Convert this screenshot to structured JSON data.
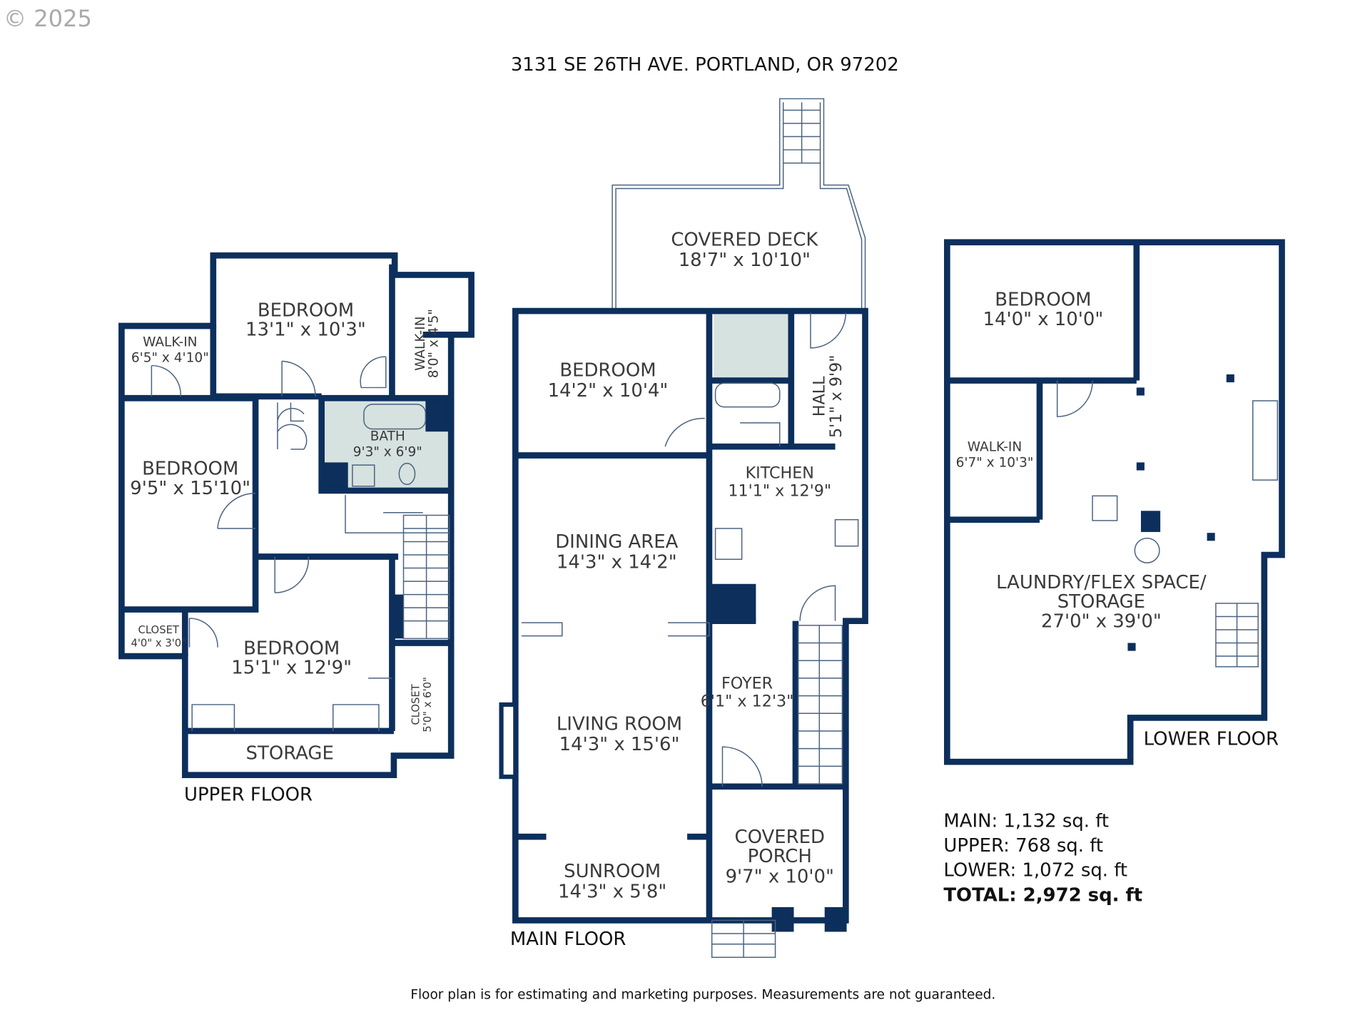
{
  "copyright": "© 2025",
  "title": "3131 SE 26TH AVE. PORTLAND, OR 97202",
  "disclaimer": "Floor plan is for estimating and marketing purposes. Measurements are not guaranteed.",
  "colors": {
    "wall": "#0d2f5c",
    "bath": "#d6e2df"
  },
  "upper": {
    "label": "UPPER FLOOR",
    "rooms": [
      {
        "name": "BEDROOM",
        "size": "13'1\" x 10'3\""
      },
      {
        "name": "WALK-IN",
        "size": "6'5\" x 4'10\""
      },
      {
        "name": "WALK-IN",
        "size": "8'0\" x 4'5\""
      },
      {
        "name": "BEDROOM",
        "size": "9'5\" x 15'10\""
      },
      {
        "name": "BATH",
        "size": "9'3\" x 6'9\""
      },
      {
        "name": "CLOSET",
        "size": "4'0\" x 3'0\""
      },
      {
        "name": "BEDROOM",
        "size": "15'1\" x 12'9\""
      },
      {
        "name": "CLOSET",
        "size": "5'0\" x 6'0\""
      },
      {
        "name": "STORAGE"
      }
    ]
  },
  "main": {
    "label": "MAIN FLOOR",
    "rooms": [
      {
        "name": "COVERED DECK",
        "size": "18'7\" x 10'10\""
      },
      {
        "name": "BEDROOM",
        "size": "14'2\" x 10'4\""
      },
      {
        "name": "HALL",
        "size": "5'1\" x 9'9\""
      },
      {
        "name": "KITCHEN",
        "size": "11'1\" x 12'9\""
      },
      {
        "name": "DINING AREA",
        "size": "14'3\" x 14'2\""
      },
      {
        "name": "FOYER",
        "size": "6'1\" x 12'3\""
      },
      {
        "name": "LIVING ROOM",
        "size": "14'3\" x 15'6\""
      },
      {
        "name": "COVERED",
        "name2": "PORCH",
        "size": "9'7\" x 10'0\""
      },
      {
        "name": "SUNROOM",
        "size": "14'3\" x 5'8\""
      }
    ]
  },
  "lower": {
    "label": "LOWER FLOOR",
    "rooms": [
      {
        "name": "BEDROOM",
        "size": "14'0\" x 10'0\""
      },
      {
        "name": "WALK-IN",
        "size": "6'7\" x 10'3\""
      },
      {
        "name": "LAUNDRY/FLEX SPACE/",
        "name2": "STORAGE",
        "size": "27'0\" x 39'0\""
      }
    ]
  },
  "areas": [
    {
      "label": "MAIN: 1,132 sq. ft"
    },
    {
      "label": "UPPER: 768 sq. ft"
    },
    {
      "label": "LOWER: 1,072 sq. ft"
    },
    {
      "label": "TOTAL: 2,972 sq. ft"
    }
  ]
}
